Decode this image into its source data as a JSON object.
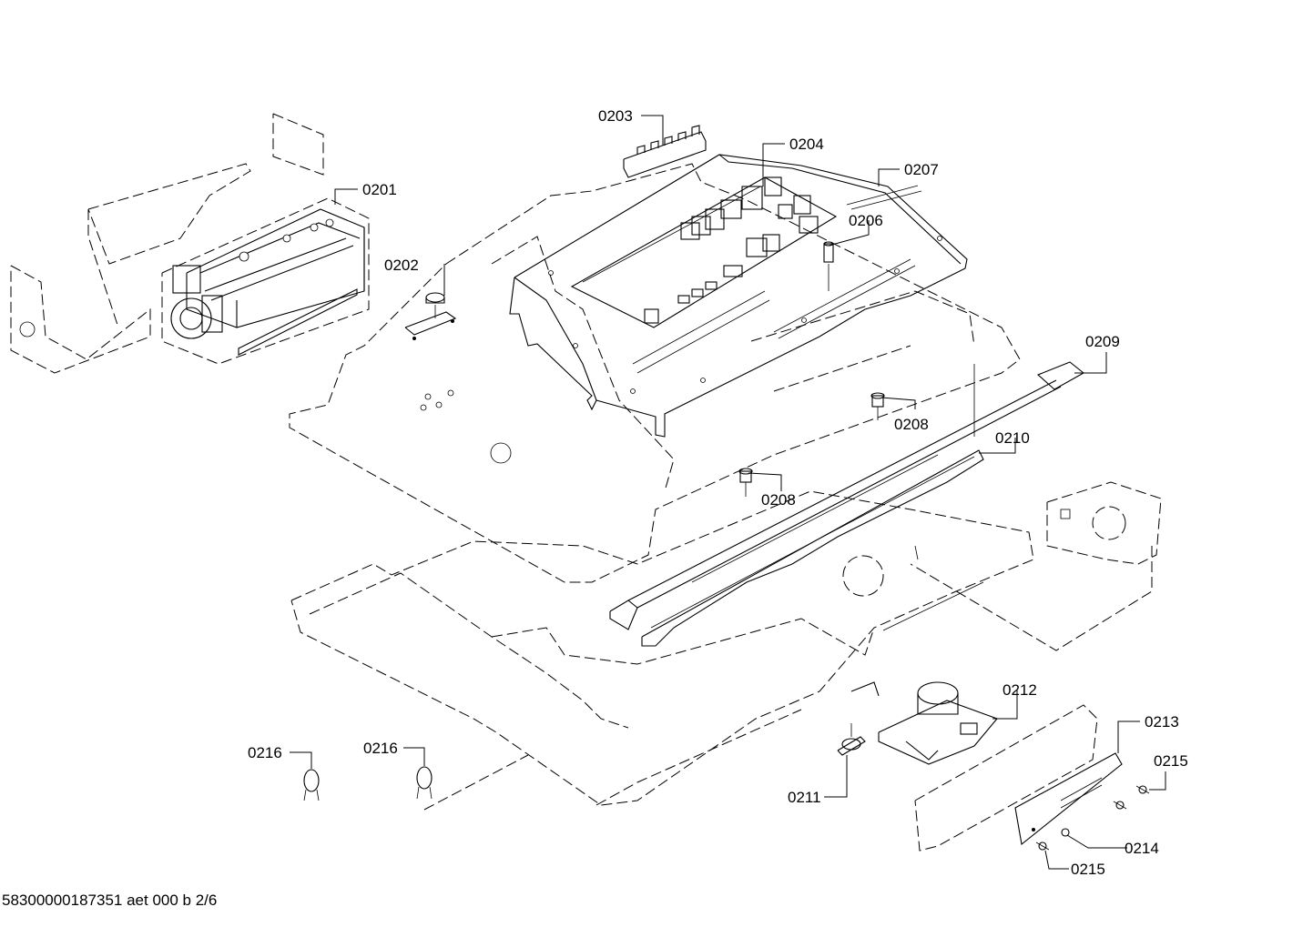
{
  "footer": {
    "code": "58300000187351 aet 000 b 2/6"
  },
  "callouts": {
    "c0201": "0201",
    "c0202": "0202",
    "c0203": "0203",
    "c0204": "0204",
    "c0206": "0206",
    "c0207": "0207",
    "c0208a": "0208",
    "c0208b": "0208",
    "c0209": "0209",
    "c0210": "0210",
    "c0211": "0211",
    "c0212": "0212",
    "c0213": "0213",
    "c0214": "0214",
    "c0215a": "0215",
    "c0215b": "0215",
    "c0216a": "0216",
    "c0216b": "0216"
  }
}
